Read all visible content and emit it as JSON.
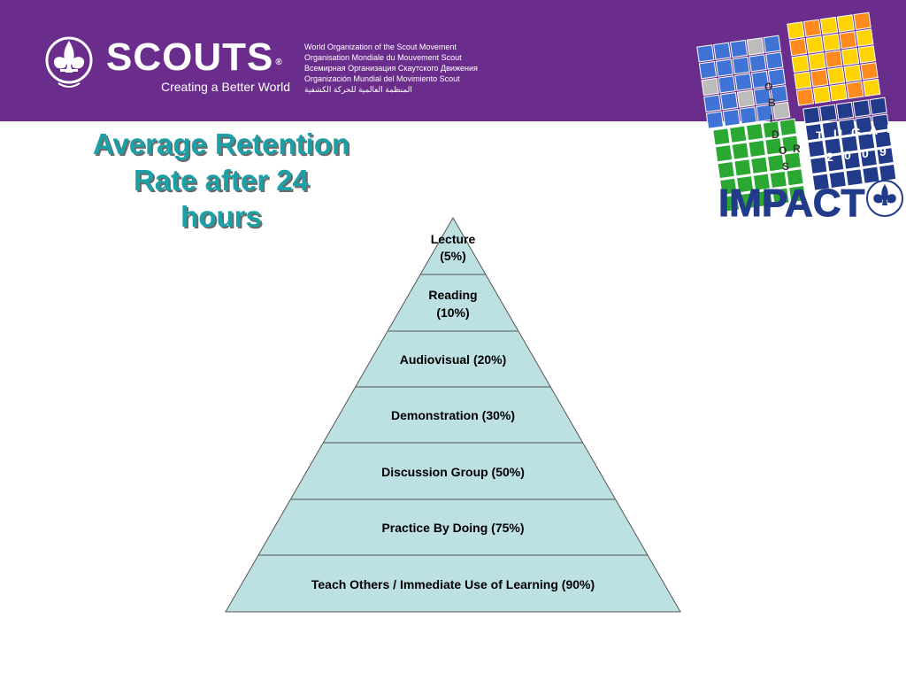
{
  "header": {
    "brand_word": "SCOUTS",
    "brand_reg": "®",
    "tagline": "Creating a Better World",
    "org_names": [
      "World Organization of the Scout Movement",
      "Organisation Mondiale du Mouvement Scout",
      "Всемирная Организация Скаутского Движения",
      "Organización Mundial del Movimiento Scout",
      "المنظمة العالمية للحركة الكشفية"
    ]
  },
  "impact_logo": {
    "word": "IMPACT",
    "country_letters": [
      "T",
      "U",
      "G",
      "A",
      "L"
    ],
    "year_letters": [
      "2",
      "0",
      "0",
      "9"
    ],
    "side_letters": [
      "O",
      "B",
      "I",
      "D",
      "O",
      "R",
      "S"
    ],
    "colors": {
      "blue": "#3f74d6",
      "yellow": "#ffd400",
      "orange": "#ff8a1e",
      "green": "#2aa832",
      "navy": "#223a8a",
      "grey": "#bcbcbc"
    }
  },
  "title": {
    "line1": "Average Retention",
    "line2": "Rate after 24",
    "line3": "hours"
  },
  "pyramid": {
    "fill": "#bde0e3",
    "stroke": "#555555",
    "levels": [
      {
        "label_line1": "Lecture",
        "label_line2": "(5%)"
      },
      {
        "label_line1": "Reading",
        "label_line2": "(10%)"
      },
      {
        "label_line1": "Audiovisual (20%)"
      },
      {
        "label_line1": "Demonstration (30%)"
      },
      {
        "label_line1": "Discussion Group (50%)"
      },
      {
        "label_line1": "Practice By Doing (75%)"
      },
      {
        "label_line1": "Teach Others / Immediate Use of Learning (90%)"
      }
    ]
  }
}
